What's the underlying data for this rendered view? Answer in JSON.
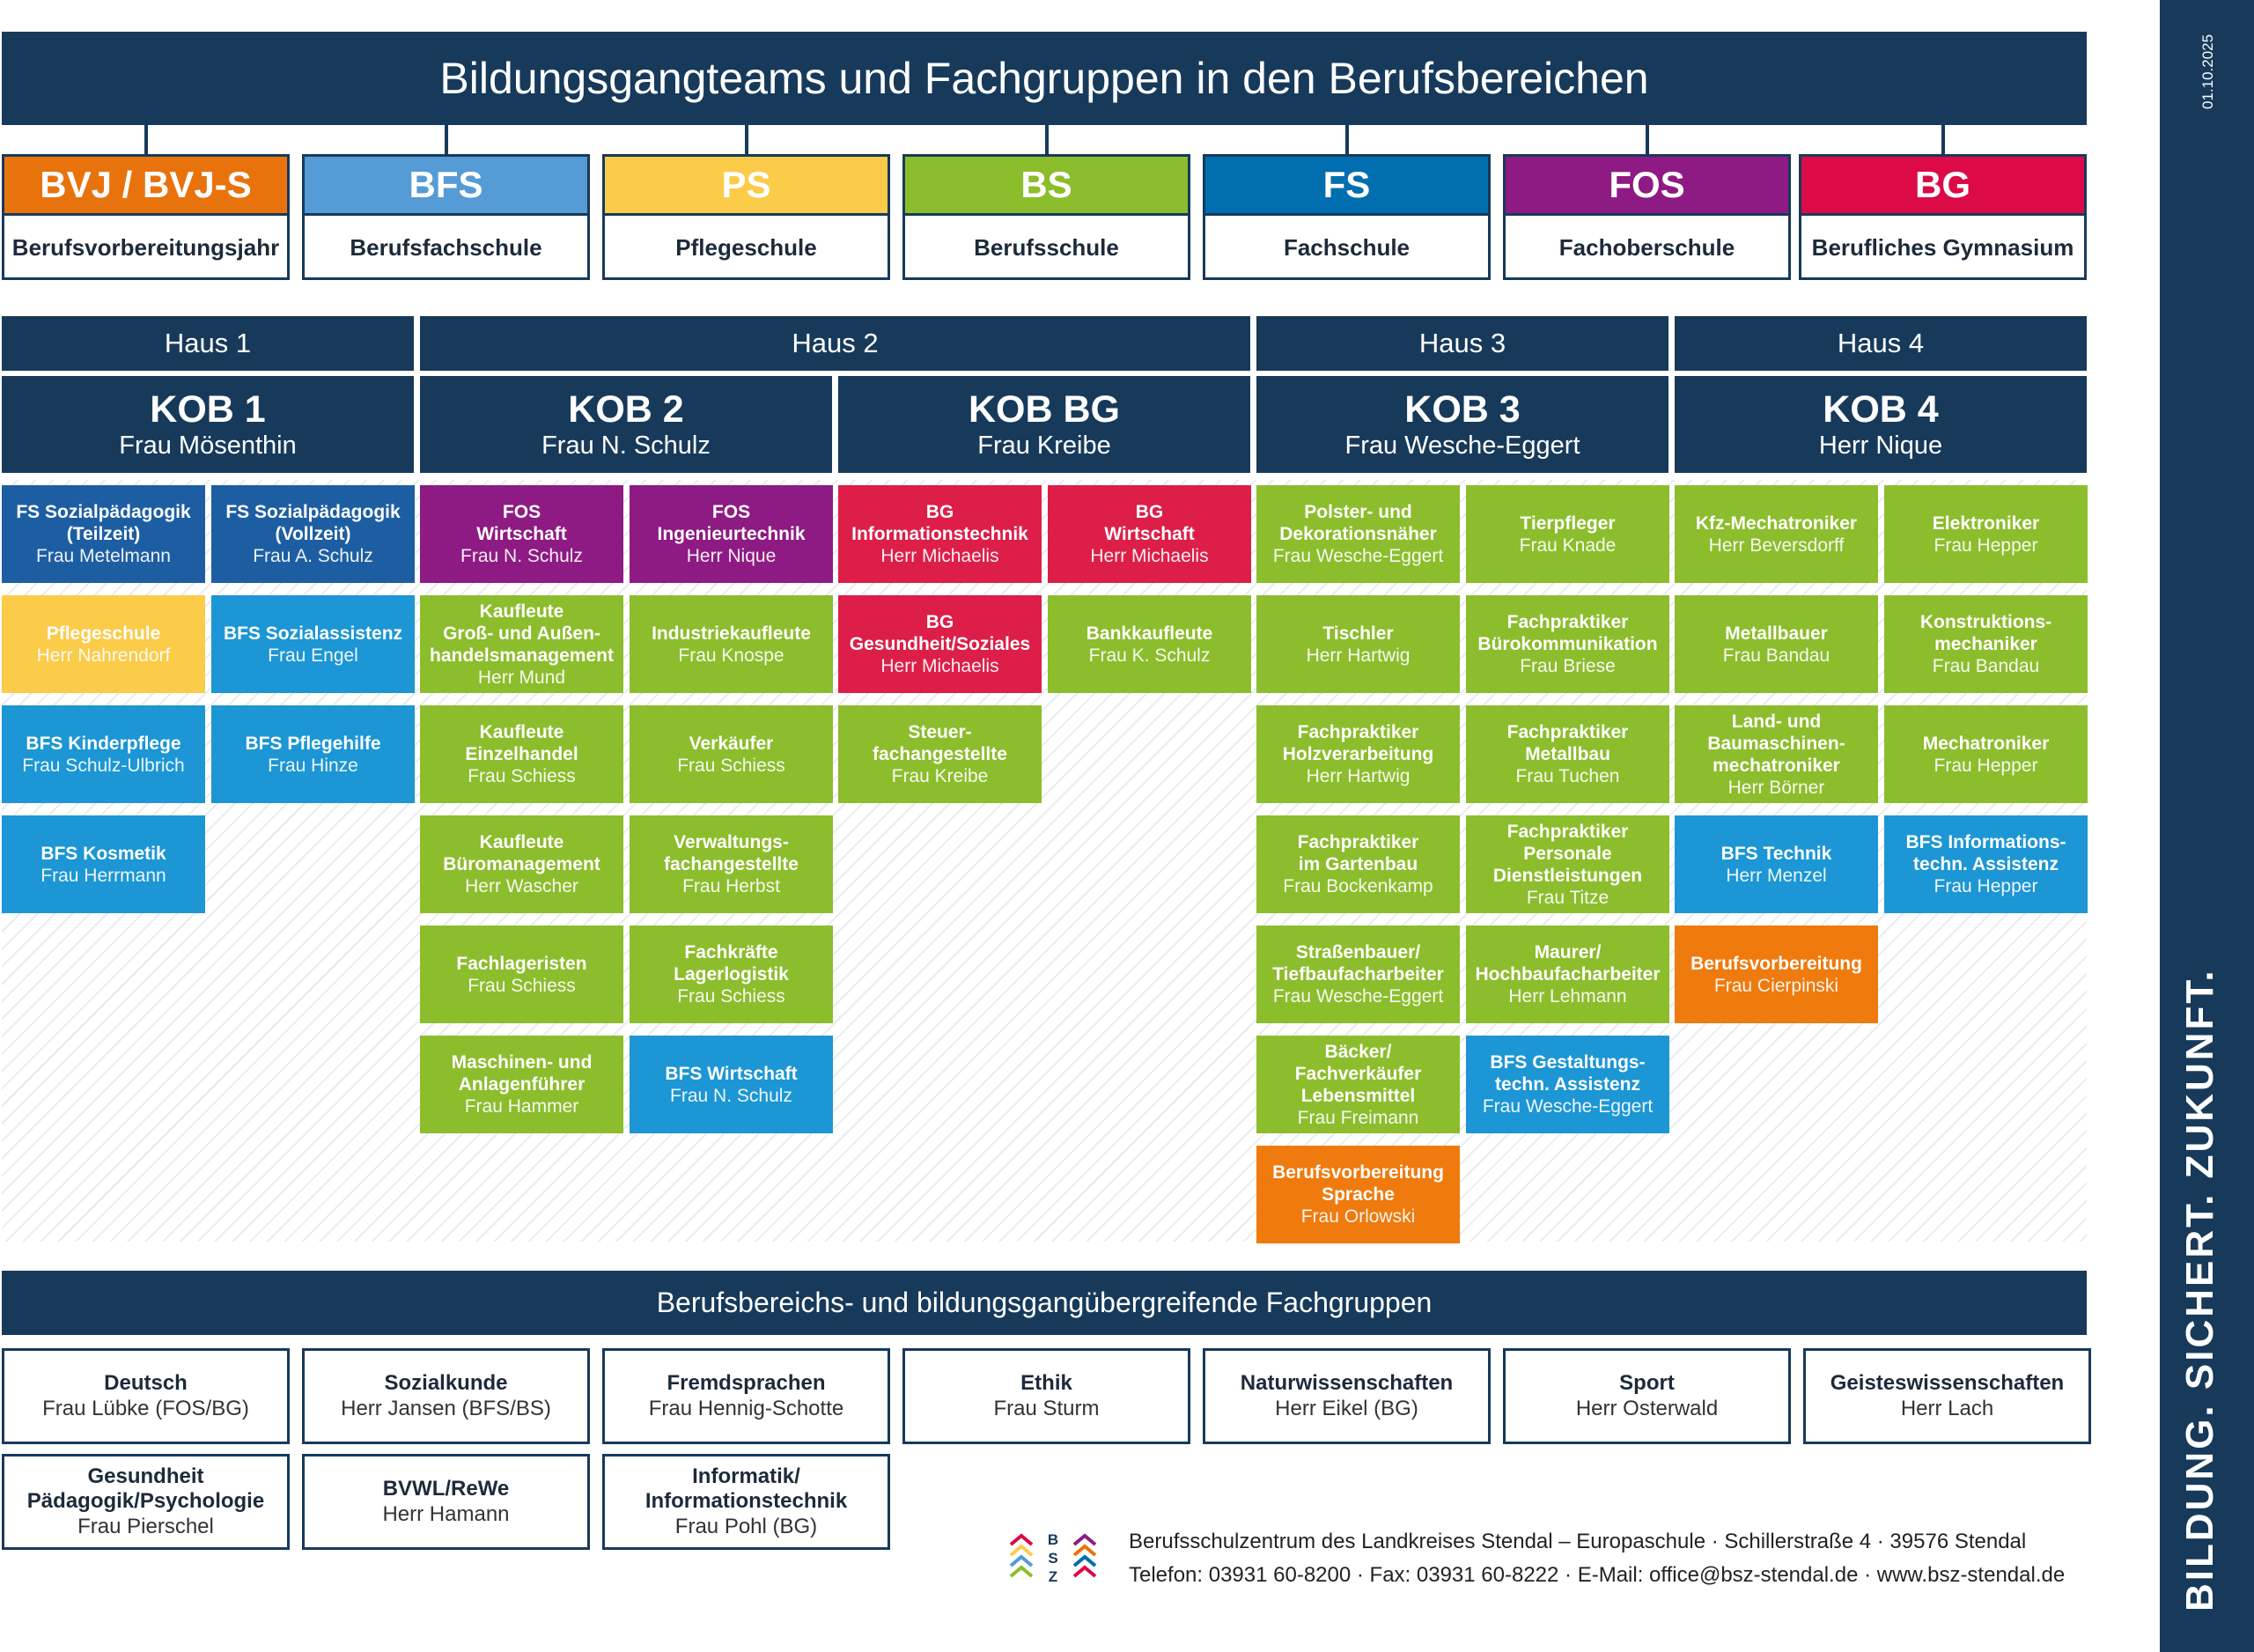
{
  "title": "Bildungsgangteams und Fachgruppen in den Berufsbereichen",
  "categories": [
    {
      "abbr": "BVJ / BVJ-S",
      "name": "Berufsvorbereitungsjahr",
      "color": "#e8730c"
    },
    {
      "abbr": "BFS",
      "name": "Berufsfachschule",
      "color": "#559bd6"
    },
    {
      "abbr": "PS",
      "name": "Pflegeschule",
      "color": "#fbcb4a"
    },
    {
      "abbr": "BS",
      "name": "Berufsschule",
      "color": "#8cbd2d"
    },
    {
      "abbr": "FS",
      "name": "Fachschule",
      "color": "#006eaf"
    },
    {
      "abbr": "FOS",
      "name": "Fachoberschule",
      "color": "#8e1a83"
    },
    {
      "abbr": "BG",
      "name": "Berufliches Gymnasium",
      "color": "#dc0a47"
    }
  ],
  "houses": [
    "Haus 1",
    "Haus 2",
    "Haus 3",
    "Haus 4"
  ],
  "kobs": [
    {
      "name": "KOB 1",
      "person": "Frau Mösenthin"
    },
    {
      "name": "KOB 2",
      "person": "Frau N. Schulz"
    },
    {
      "name": "KOB BG",
      "person": "Frau Kreibe"
    },
    {
      "name": "KOB 3",
      "person": "Frau Wesche-Eggert"
    },
    {
      "name": "KOB 4",
      "person": "Herr Nique"
    }
  ],
  "colors": {
    "navy": "#173a5b",
    "fs": "#1d5ea3",
    "ps": "#fbcb4a",
    "bfs": "#1c96d4",
    "fos": "#8e1a83",
    "bg": "#dc1e48",
    "bs": "#8cbd2d",
    "bvj": "#ef7a0d"
  },
  "columns": [
    [
      {
        "name": "FS Sozialpädagogik\n(Teilzeit)",
        "person": "Frau Metelmann",
        "type": "fs"
      },
      {
        "name": "Pflegeschule",
        "person": "Herr Nahrendorf",
        "type": "ps"
      },
      {
        "name": "BFS Kinderpflege",
        "person": "Frau Schulz-Ulbrich",
        "type": "bfs"
      },
      {
        "name": "BFS Kosmetik",
        "person": "Frau Herrmann",
        "type": "bfs"
      }
    ],
    [
      {
        "name": "FS Sozialpädagogik\n(Vollzeit)",
        "person": "Frau A. Schulz",
        "type": "fs"
      },
      {
        "name": "BFS Sozialassistenz",
        "person": "Frau Engel",
        "type": "bfs"
      },
      {
        "name": "BFS Pflegehilfe",
        "person": "Frau Hinze",
        "type": "bfs"
      }
    ],
    [
      {
        "name": "FOS\nWirtschaft",
        "person": "Frau N. Schulz",
        "type": "fos"
      },
      {
        "name": "Kaufleute\nGroß- und Außen-\nhandelsmanagement",
        "person": "Herr Mund",
        "type": "bs"
      },
      {
        "name": "Kaufleute\nEinzelhandel",
        "person": "Frau Schiess",
        "type": "bs"
      },
      {
        "name": "Kaufleute\nBüromanagement",
        "person": "Herr Wascher",
        "type": "bs"
      },
      {
        "name": "Fachlageristen",
        "person": "Frau Schiess",
        "type": "bs"
      },
      {
        "name": "Maschinen- und\nAnlagenführer",
        "person": "Frau Hammer",
        "type": "bs"
      }
    ],
    [
      {
        "name": "FOS\nIngenieurtechnik",
        "person": "Herr Nique",
        "type": "fos"
      },
      {
        "name": "Industriekaufleute",
        "person": "Frau Knospe",
        "type": "bs"
      },
      {
        "name": "Verkäufer",
        "person": "Frau Schiess",
        "type": "bs"
      },
      {
        "name": "Verwaltungs-\nfachangestellte",
        "person": "Frau Herbst",
        "type": "bs"
      },
      {
        "name": "Fachkräfte\nLagerlogistik",
        "person": "Frau Schiess",
        "type": "bs"
      },
      {
        "name": "BFS Wirtschaft",
        "person": "Frau N. Schulz",
        "type": "bfs"
      }
    ],
    [
      {
        "name": "BG\nInformationstechnik",
        "person": "Herr Michaelis",
        "type": "bg"
      },
      {
        "name": "BG\nGesundheit/Soziales",
        "person": "Herr Michaelis",
        "type": "bg"
      },
      {
        "name": "Steuer-\nfachangestellte",
        "person": "Frau Kreibe",
        "type": "bs"
      }
    ],
    [
      {
        "name": "BG\nWirtschaft",
        "person": "Herr Michaelis",
        "type": "bg"
      },
      {
        "name": "Bankkaufleute",
        "person": "Frau K. Schulz",
        "type": "bs"
      }
    ],
    [
      {
        "name": "Polster- und\nDekorationsnäher",
        "person": "Frau Wesche-Eggert",
        "type": "bs"
      },
      {
        "name": "Tischler",
        "person": "Herr Hartwig",
        "type": "bs"
      },
      {
        "name": "Fachpraktiker\nHolzverarbeitung",
        "person": "Herr Hartwig",
        "type": "bs"
      },
      {
        "name": "Fachpraktiker\nim Gartenbau",
        "person": "Frau Bockenkamp",
        "type": "bs"
      },
      {
        "name": "Straßenbauer/\nTiefbaufacharbeiter",
        "person": "Frau Wesche-Eggert",
        "type": "bs"
      },
      {
        "name": "Bäcker/\nFachverkäufer\nLebensmittel",
        "person": "Frau Freimann",
        "type": "bs"
      },
      {
        "name": "Berufsvorbereitung\nSprache",
        "person": "Frau Orlowski",
        "type": "bvj"
      }
    ],
    [
      {
        "name": "Tierpfleger",
        "person": "Frau Knade",
        "type": "bs"
      },
      {
        "name": "Fachpraktiker\nBürokommunikation",
        "person": "Frau Briese",
        "type": "bs"
      },
      {
        "name": "Fachpraktiker\nMetallbau",
        "person": "Frau Tuchen",
        "type": "bs"
      },
      {
        "name": "Fachpraktiker\nPersonale\nDienstleistungen",
        "person": "Frau Titze",
        "type": "bs"
      },
      {
        "name": "Maurer/\nHochbaufacharbeiter",
        "person": "Herr Lehmann",
        "type": "bs"
      },
      {
        "name": "BFS Gestaltungs-\ntechn. Assistenz",
        "person": "Frau Wesche-Eggert",
        "type": "bfs"
      }
    ],
    [
      {
        "name": "Kfz-Mechatroniker",
        "person": "Herr Beversdorff",
        "type": "bs"
      },
      {
        "name": "Metallbauer",
        "person": "Frau Bandau",
        "type": "bs"
      },
      {
        "name": "Land- und\nBaumaschinen-\nmechatroniker",
        "person": "Herr Börner",
        "type": "bs"
      },
      {
        "name": "BFS Technik",
        "person": "Herr Menzel",
        "type": "bfs"
      },
      {
        "name": "Berufsvorbereitung",
        "person": "Frau Cierpinski",
        "type": "bvj"
      }
    ],
    [
      {
        "name": "Elektroniker",
        "person": "Frau Hepper",
        "type": "bs"
      },
      {
        "name": "Konstruktions-\nmechaniker",
        "person": "Frau Bandau",
        "type": "bs"
      },
      {
        "name": "Mechatroniker",
        "person": "Frau Hepper",
        "type": "bs"
      },
      {
        "name": "BFS Informations-\ntechn. Assistenz",
        "person": "Frau Hepper",
        "type": "bfs"
      }
    ]
  ],
  "subtitle": "Berufsbereichs- und bildungsgangübergreifende Fachgruppen",
  "fachgruppen": [
    {
      "name": "Deutsch",
      "person": "Frau Lübke (FOS/BG)"
    },
    {
      "name": "Sozialkunde",
      "person": "Herr Jansen (BFS/BS)"
    },
    {
      "name": "Fremdsprachen",
      "person": "Frau Hennig-Schotte"
    },
    {
      "name": "Ethik",
      "person": "Frau Sturm"
    },
    {
      "name": "Naturwissenschaften",
      "person": "Herr Eikel (BG)"
    },
    {
      "name": "Sport",
      "person": "Herr Osterwald"
    },
    {
      "name": "Geisteswissenschaften",
      "person": "Herr Lach"
    },
    {
      "name": "Gesundheit\nPädagogik/Psychologie",
      "person": "Frau Pierschel"
    },
    {
      "name": "BVWL/ReWe",
      "person": "Herr Hamann"
    },
    {
      "name": "Informatik/\nInformationstechnik",
      "person": "Frau Pohl (BG)"
    }
  ],
  "logo_letters": [
    "B",
    "S",
    "Z"
  ],
  "footer": {
    "line1": "Berufsschulzentrum des Landkreises Stendal – Europaschule · Schillerstraße 4 · 39576 Stendal",
    "line2": "Telefon: 03931 60-8200 · Fax: 03931 60-8222 · E-Mail: office@bsz-stendal.de · www.bsz-stendal.de"
  },
  "date": "01.10.2025",
  "slogan": "BILDUNG. SICHERT. ZUKUNFT."
}
